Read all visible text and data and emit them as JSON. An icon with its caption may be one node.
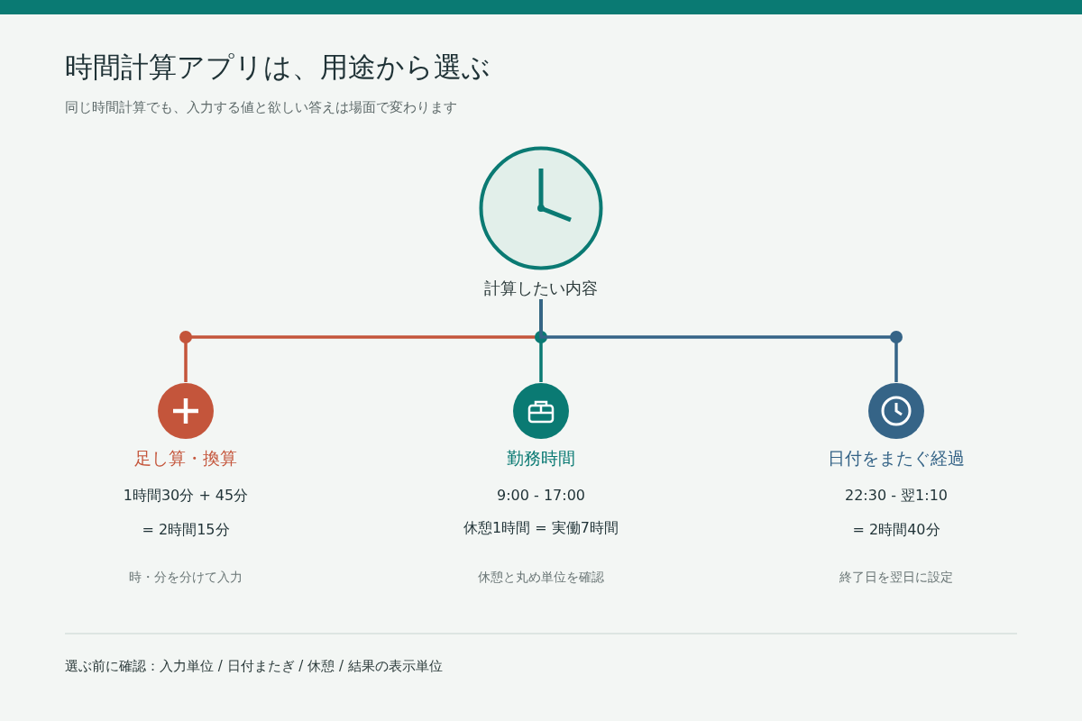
{
  "diagram": {
    "title": "時間計算アプリは、用途から選ぶ",
    "nodes": [
      {
        "text": [],
        "shape": "bar"
      },
      {
        "text": [
          "計算したい内容"
        ]
      },
      {
        "text": [
          "足し算・換算",
          "1時間30分 + 45分",
          "= 2時間15分"
        ]
      },
      {
        "text": [
          "勤務時間",
          "9:00 - 17:00",
          "休憩1時間 = 実働7時間"
        ]
      },
      {
        "text": [
          "日付をまたぐ経過",
          "22:30 - 翌1:10",
          "= 2時間40分"
        ]
      }
    ],
    "edges": [
      {
        "from": 1,
        "to": 2,
        "arrow": "none",
        "color": "#c4553b"
      },
      {
        "from": 1,
        "to": 3,
        "arrow": "none",
        "color": "#0a7a73"
      },
      {
        "from": 1,
        "to": 4,
        "arrow": "none",
        "color": "#356487"
      }
    ],
    "labels": [
      "同じ時間計算でも、入力する値と欲しい答えは場面で変わります",
      "時・分を分けて入力",
      "休憩と丸め単位を確認",
      "終了日を翌日に設定",
      "選ぶ前に確認：入力単位 / 日付またぎ / 休憩 / 結果の表示単位"
    ]
  }
}
